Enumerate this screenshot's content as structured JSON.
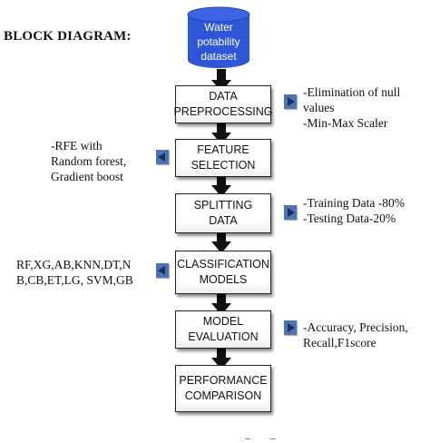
{
  "heading": "BLOCK DIAGRAM:",
  "dataset": [
    "Water",
    "potability",
    "dataset"
  ],
  "colors": {
    "dataset_fill": "#2f56d6",
    "marker": "#4b73b5",
    "arrow": "#111111"
  },
  "steps": [
    {
      "line1": "DATA",
      "line2": "PREPROCESSING"
    },
    {
      "line1": "FEATURE",
      "line2": "SELECTION"
    },
    {
      "line1": "SPLITTING",
      "line2": "DATA"
    },
    {
      "line1": "CLASSIFICATION",
      "line2": "MODELS"
    },
    {
      "line1": "MODEL",
      "line2": "EVALUATION"
    },
    {
      "line1": "PERFORMANCE",
      "line2": "COMPARISON"
    }
  ],
  "notes": {
    "preprocessing": "-Elimination of null values\n-Min-Max Scaler",
    "feature_selection": "-RFE with\nRandom forest,\nGradient boost",
    "splitting": "-Training Data -80%\n-Testing Data-20%",
    "classification": "RF,XG,AB,KNN,DT,N\nB,CB,ET,LG, SVM,GB",
    "evaluation": "-Accuracy, Precision,\nRecall,F1score"
  }
}
